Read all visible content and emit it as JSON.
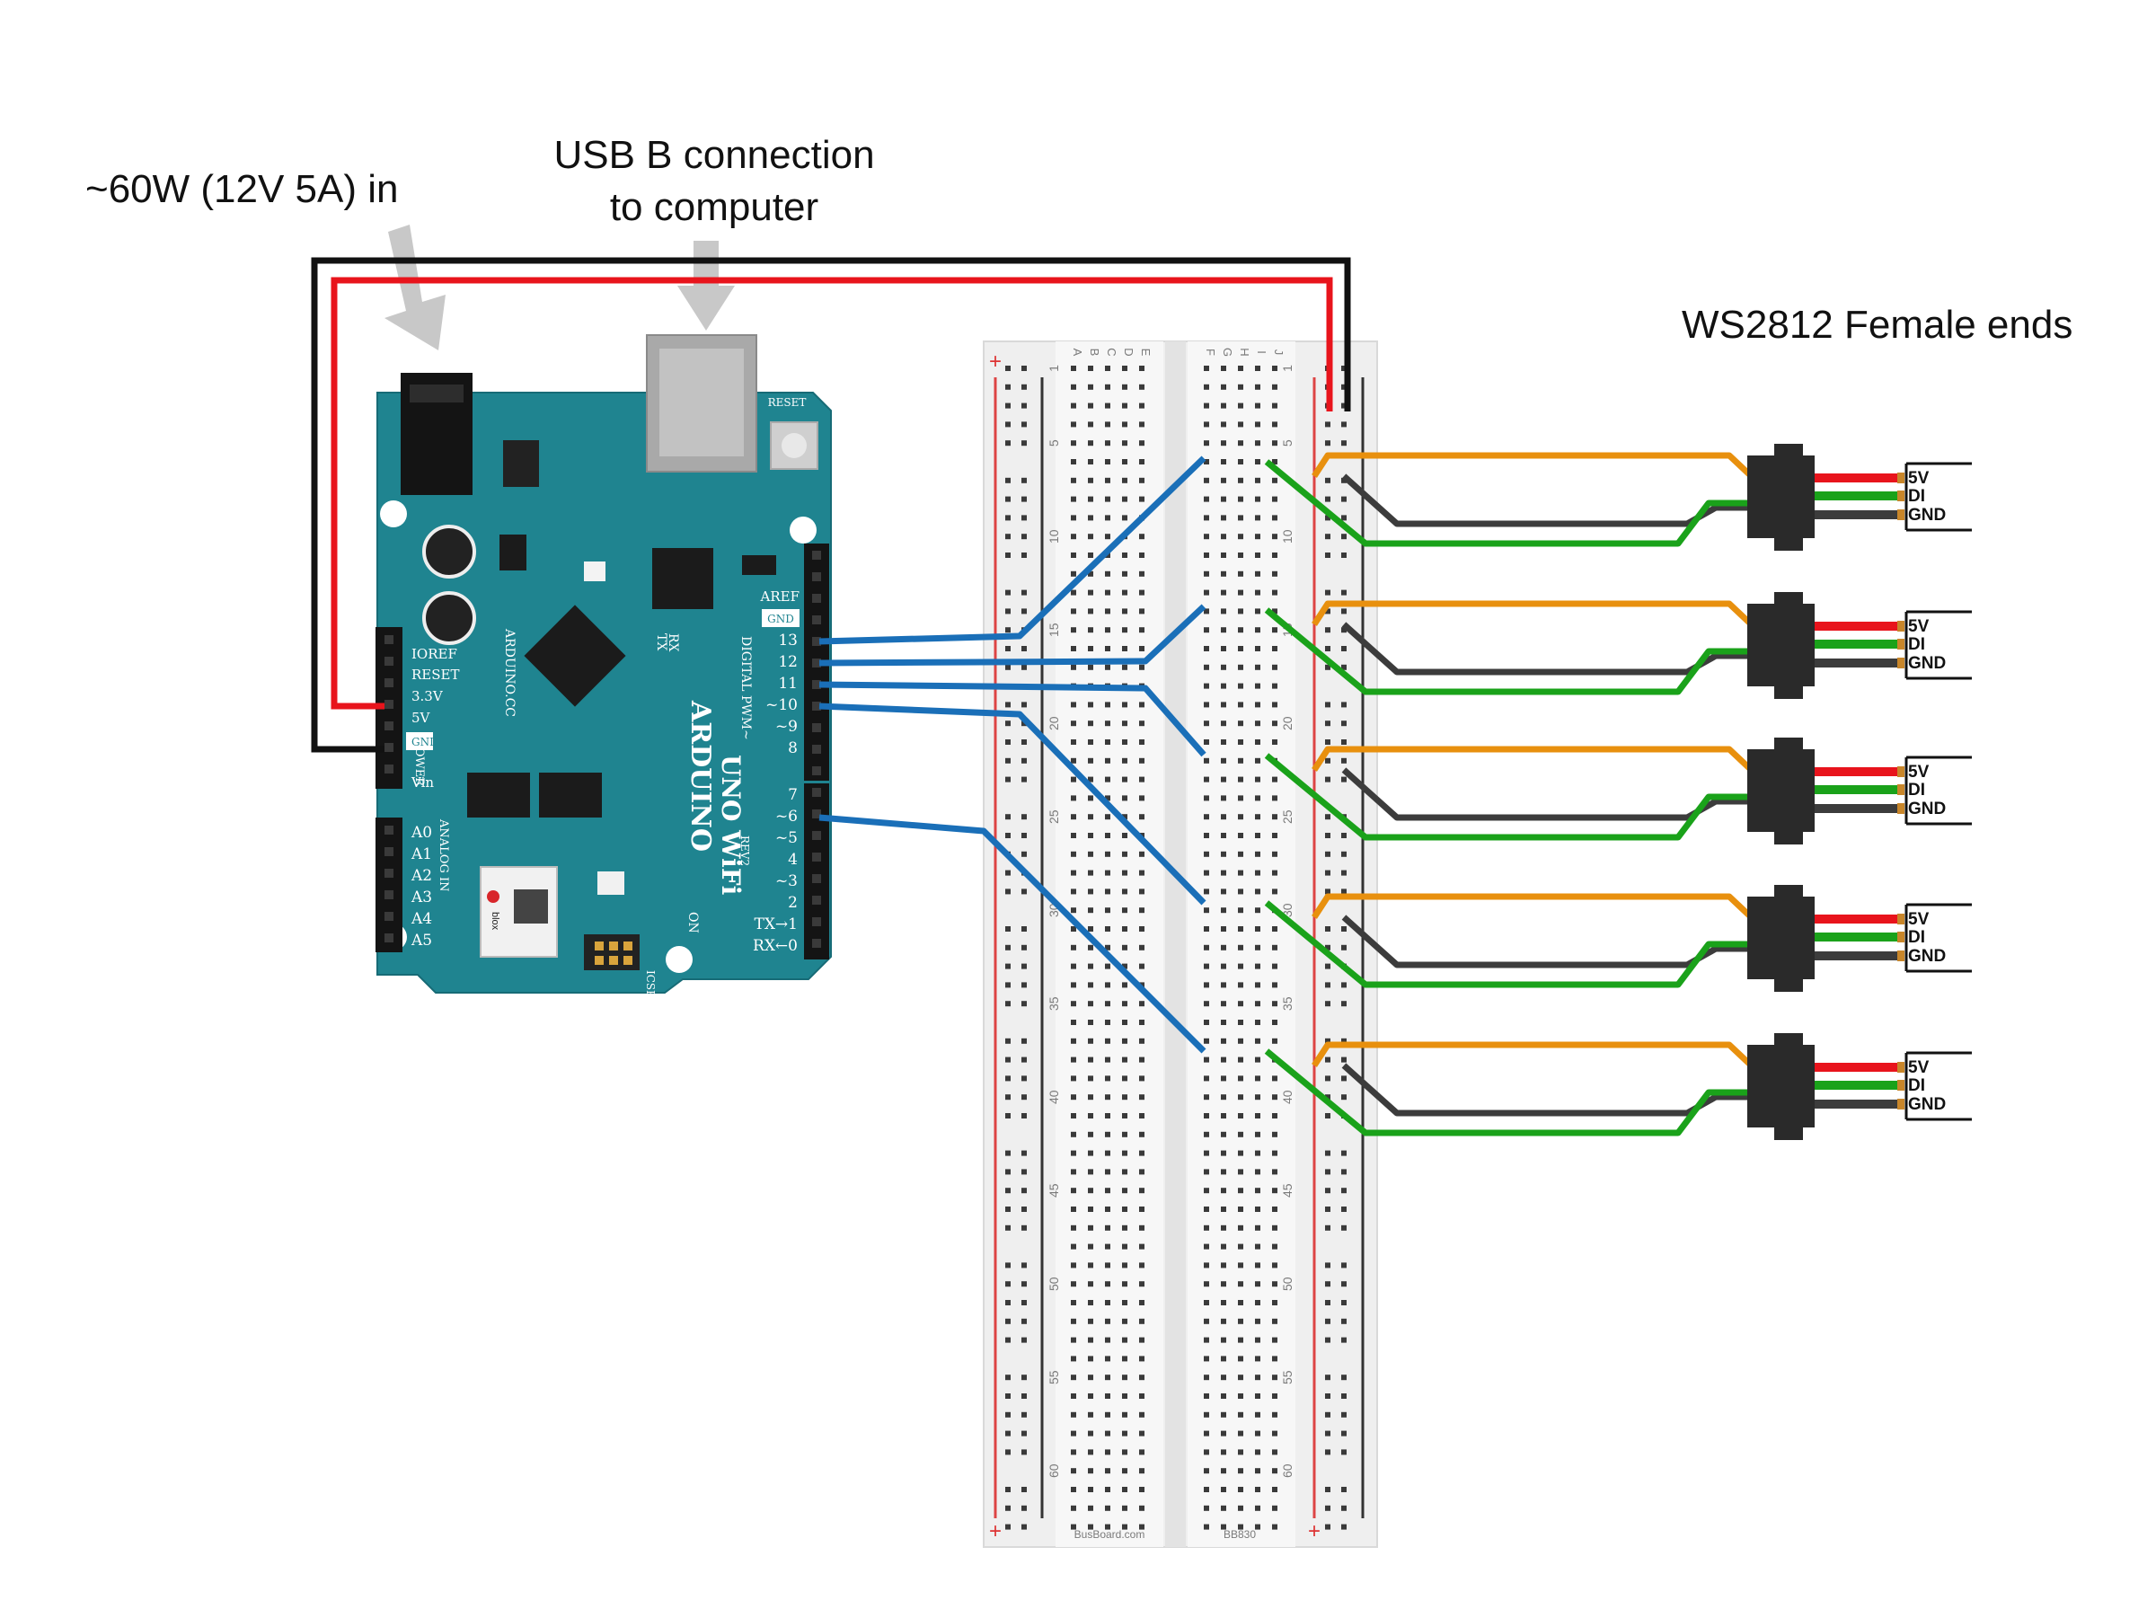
{
  "captions": {
    "power_in": "~60W (12V 5A) in",
    "usb_line1": "USB B connection",
    "usb_line2": "to computer",
    "strips": "WS2812 Female ends"
  },
  "arduino": {
    "brand": "ARDUINO",
    "model": "UNO WiFi",
    "rev": "REV2",
    "site": "ARDUINO.CC",
    "reset": "RESET",
    "aref": "AREF",
    "gnd": "GND",
    "digital": "DIGITAL PWM~",
    "tx": "TX",
    "rx": "RX",
    "on": "ON",
    "icsp": "ICSP",
    "power_label": "POWER",
    "analog_label": "ANALOG IN",
    "module_brand": "blox",
    "left_pins": [
      "IOREF",
      "RESET",
      "3.3V",
      "5V",
      "GND",
      "Vin"
    ],
    "analog_pins": [
      "A0",
      "A1",
      "A2",
      "A3",
      "A4",
      "A5"
    ],
    "digital_pins_top": [
      "13",
      "12",
      "11",
      "~10",
      "~9",
      "8"
    ],
    "digital_pins_bottom": [
      "7",
      "~6",
      "~5",
      "4",
      "~3",
      "2",
      "TX→1",
      "RX←0"
    ]
  },
  "breadboard": {
    "rows_left": [
      "A",
      "B",
      "C",
      "D",
      "E"
    ],
    "rows_right": [
      "F",
      "G",
      "H",
      "I",
      "J"
    ],
    "numbers": [
      "1",
      "5",
      "10",
      "15",
      "20",
      "25",
      "30",
      "35",
      "40",
      "45",
      "50",
      "55",
      "60"
    ],
    "brand": "BusBoard.com",
    "model": "BB830",
    "plus": "+",
    "minus": "−"
  },
  "connectors": [
    {
      "pins": [
        "5V",
        "DI",
        "GND"
      ]
    },
    {
      "pins": [
        "5V",
        "DI",
        "GND"
      ]
    },
    {
      "pins": [
        "5V",
        "DI",
        "GND"
      ]
    },
    {
      "pins": [
        "5V",
        "DI",
        "GND"
      ]
    },
    {
      "pins": [
        "5V",
        "DI",
        "GND"
      ]
    }
  ],
  "colors": {
    "board": "#1f8490",
    "wire_power": "#e8141c",
    "wire_ground": "#111111",
    "wire_signal": "#1a6fb8",
    "wire_orange": "#e8900e",
    "wire_green": "#1aa21a",
    "wire_gray": "#3c3c3c",
    "arrow": "#c8c8c8"
  }
}
